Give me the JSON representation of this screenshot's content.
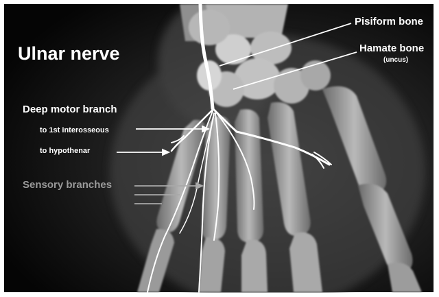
{
  "title": "Ulnar nerve",
  "labels": {
    "pisiform": "Pisiform bone",
    "hamate": "Hamate bone",
    "hamate_sub": "(uncus)",
    "deep_motor": "Deep motor branch",
    "to_interosseous": "to 1st interosseous",
    "to_hypothenar": "to hypothenar",
    "sensory": "Sensory branches"
  },
  "colors": {
    "background": "#000000",
    "label_text": "#ffffff",
    "sensory_label": "#9a9a9a",
    "nerve": "#ffffff"
  }
}
